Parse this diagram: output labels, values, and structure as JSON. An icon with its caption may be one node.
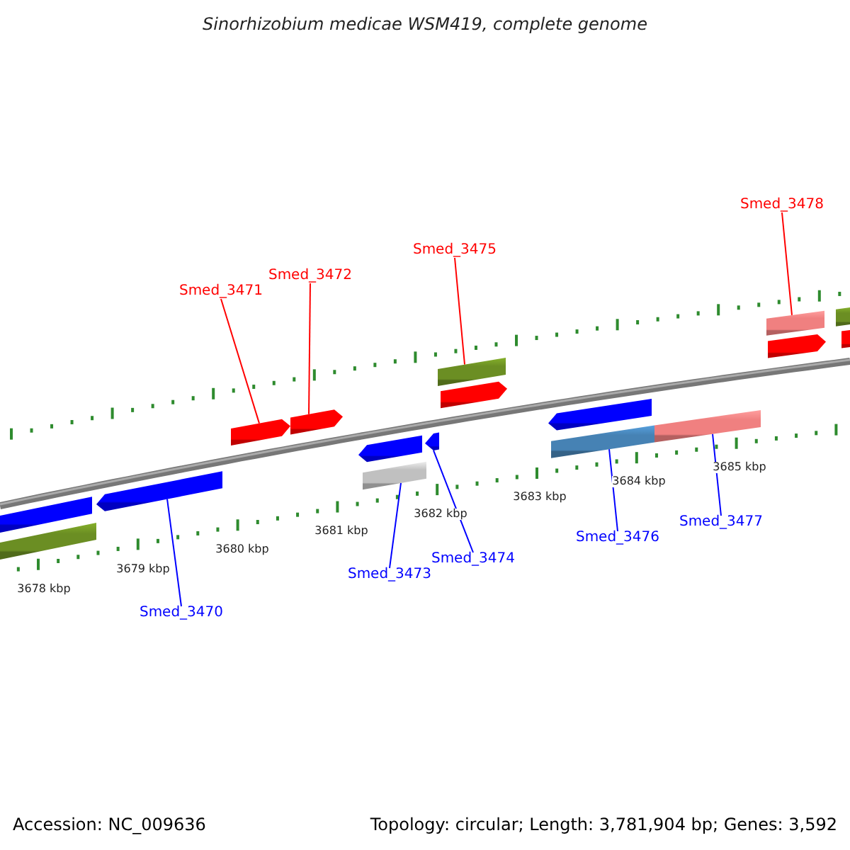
{
  "diagram": {
    "title": "Sinorhizobium medicae WSM419, complete genome",
    "nodes": [
      {
        "text": [
          "Smed_3471"
        ]
      },
      {
        "text": [
          "Smed_3472"
        ]
      },
      {
        "text": [
          "Smed_3475"
        ]
      },
      {
        "text": [
          "Smed_3478"
        ]
      },
      {
        "text": [
          "Smed_3470"
        ]
      },
      {
        "text": [
          "Smed_3473"
        ]
      },
      {
        "text": [
          "Smed_3474"
        ]
      },
      {
        "text": [
          "Smed_3476"
        ]
      },
      {
        "text": [
          "Smed_3477"
        ]
      },
      {
        "text": [],
        "shape": "arrow"
      },
      {
        "text": [],
        "shape": "arrow"
      },
      {
        "text": [],
        "shape": "bar"
      },
      {
        "text": [],
        "shape": "bar"
      },
      {
        "text": [],
        "shape": "arrow"
      },
      {
        "text": [],
        "shape": "bar"
      },
      {
        "text": [],
        "shape": "arrow"
      },
      {
        "text": [],
        "shape": "bar"
      },
      {
        "text": [],
        "shape": "bar"
      }
    ],
    "edges": [
      {
        "from": 0,
        "to": 9,
        "arrow": "none",
        "color": "#ff0000"
      },
      {
        "from": 1,
        "to": 10,
        "arrow": "none",
        "color": "#ff0000"
      },
      {
        "from": 2,
        "to": 11,
        "arrow": "none",
        "color": "#ff0000"
      },
      {
        "from": 3,
        "to": 12,
        "arrow": "none",
        "color": "#ff0000"
      },
      {
        "from": 4,
        "to": 13,
        "arrow": "none"
      },
      {
        "from": 5,
        "to": 14,
        "arrow": "none"
      },
      {
        "from": 6,
        "to": 15,
        "arrow": "none"
      },
      {
        "from": 7,
        "to": 16,
        "arrow": "none"
      },
      {
        "from": 8,
        "to": 17,
        "arrow": "none"
      }
    ],
    "labels": [
      "3678 kbp",
      "3679 kbp",
      "3680 kbp",
      "3681 kbp",
      "3682 kbp",
      "3683 kbp",
      "3684 kbp",
      "3685 kbp",
      "Accession: NC_009636",
      "Topology: circular; Length: 3,781,904 bp; Genes: 3,592"
    ]
  }
}
